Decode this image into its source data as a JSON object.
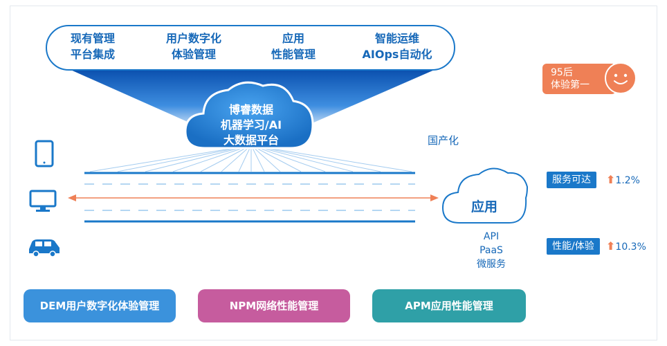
{
  "top_capabilities": [
    {
      "label": "现有管理\n平台集成"
    },
    {
      "label": "用户数字化\n体验管理"
    },
    {
      "label": "应用\n性能管理"
    },
    {
      "label": "智能运维\nAIOps自动化"
    }
  ],
  "platform_cloud": {
    "label": "博睿数据\n机器学习/AI\n大数据平台"
  },
  "domestic_label": "国产化",
  "app_cloud": {
    "label": "应用",
    "services": "API\nPaaS\n微服务"
  },
  "clients": [
    {
      "icon": "tablet-icon"
    },
    {
      "icon": "monitor-icon"
    },
    {
      "icon": "car-icon"
    }
  ],
  "badge_95": {
    "label": "95后\n体验第一",
    "icon": "smiley-face-icon"
  },
  "metrics": [
    {
      "label": "服务可达",
      "value": "1.2%",
      "arrow": "⬆"
    },
    {
      "label": "性能/体验",
      "value": "10.3%",
      "arrow": "⬆"
    }
  ],
  "bottom_modules": [
    {
      "label": "DEM用户数字化体验管理",
      "color": "#3b92dc"
    },
    {
      "label": "NPM网络性能管理",
      "color": "#c65c9e"
    },
    {
      "label": "APM应用性能管理",
      "color": "#2fa0a7"
    }
  ],
  "colors": {
    "primary": "#1a78c9",
    "accent": "#ef8056"
  }
}
